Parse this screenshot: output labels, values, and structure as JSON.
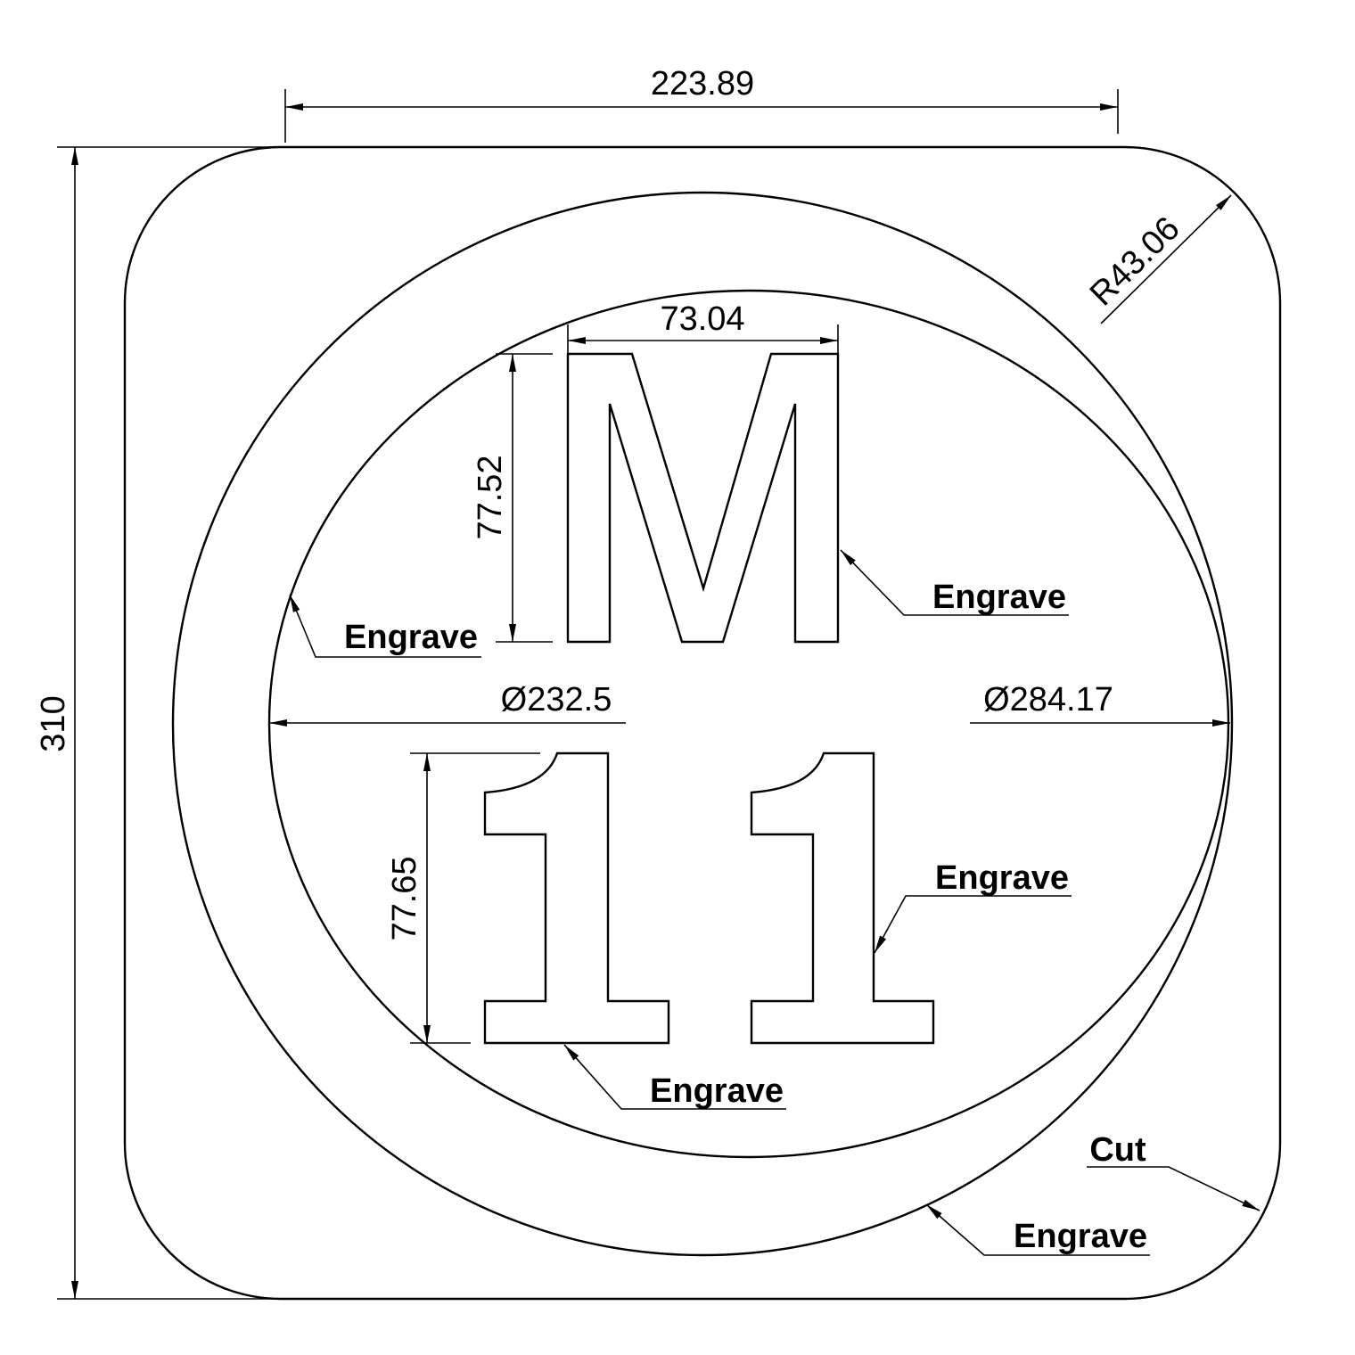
{
  "dimensions": {
    "width": "223.89",
    "height": "310",
    "corner_radius": "R43.06",
    "m_width": "73.04",
    "m_height": "77.52",
    "digit_height": "77.65",
    "inner_diameter": "Ø232.5",
    "outer_diameter": "Ø284.17"
  },
  "letter": "M",
  "digits": [
    "1",
    "1"
  ],
  "labels": {
    "engrave": "Engrave",
    "cut": "Cut"
  }
}
